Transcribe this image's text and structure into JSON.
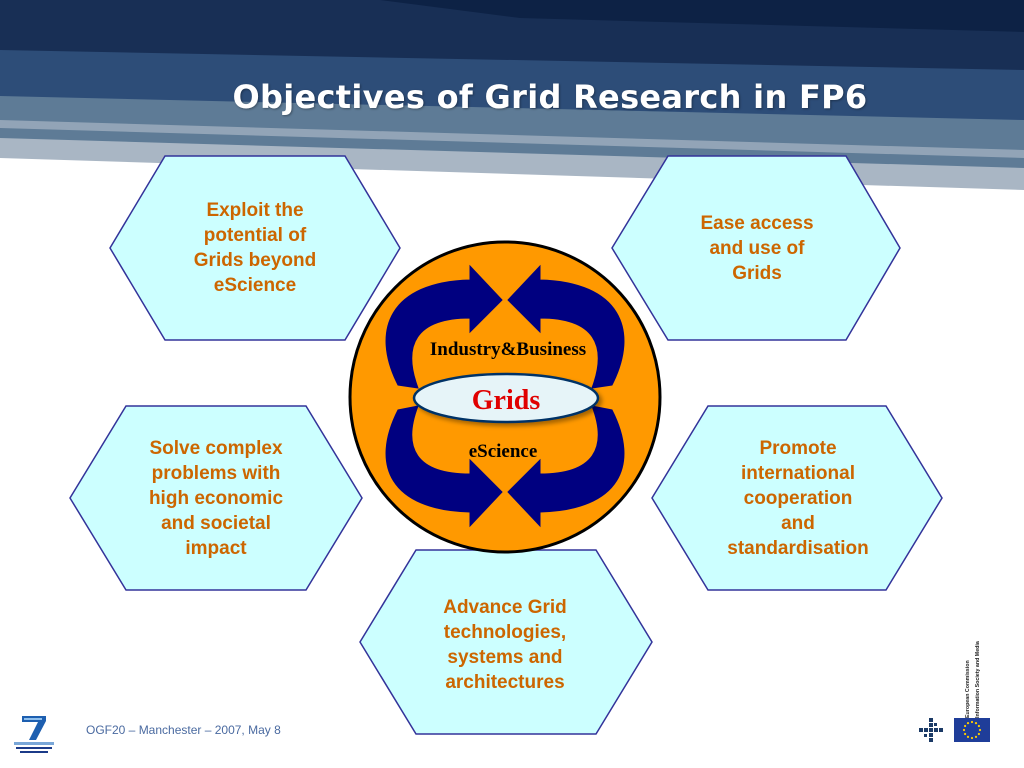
{
  "slide": {
    "title": "Objectives of Grid Research in FP6",
    "footer": "OGF20 – Manchester – 2007, May 8"
  },
  "diagram": {
    "center": {
      "top_label": "Industry&Business",
      "middle_label": "Grids",
      "bottom_label": "eScience"
    },
    "objectives": [
      {
        "id": "exploit",
        "lines": [
          "Exploit the",
          "potential of",
          "Grids beyond",
          "eScience"
        ]
      },
      {
        "id": "ease",
        "lines": [
          "Ease access",
          "and use of",
          "Grids"
        ]
      },
      {
        "id": "solve",
        "lines": [
          "Solve complex",
          "problems with",
          "high economic",
          "and societal",
          "impact"
        ]
      },
      {
        "id": "promote",
        "lines": [
          "Promote",
          "international",
          "cooperation",
          "and",
          "standardisation"
        ]
      },
      {
        "id": "advance",
        "lines": [
          "Advance Grid",
          "technologies,",
          "systems and",
          "architectures"
        ]
      }
    ]
  },
  "branding": {
    "sidebar_org": "European Commission",
    "sidebar_dg": "Information Society and Media",
    "logos": [
      "fp7-logo-icon",
      "dots-logo-icon",
      "eu-flag-icon"
    ]
  },
  "colors": {
    "hex_fill": "#ccffff",
    "hex_stroke": "#33339a",
    "hex_text": "#cc6600",
    "circle_fill": "#ff9900",
    "arrow_fill": "#000080",
    "grids_text": "#e00000",
    "banner_dark": "#1b3a66",
    "banner_mid": "#5f7a94",
    "banner_light": "#a7b4c2"
  }
}
